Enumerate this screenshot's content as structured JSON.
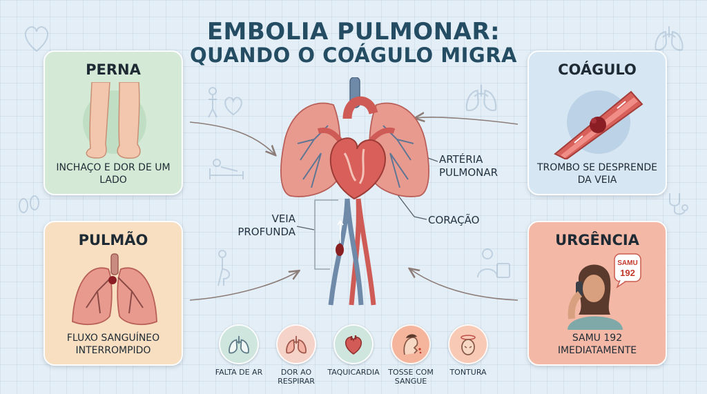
{
  "title": {
    "line1": "EMBOLIA PULMONAR:",
    "line2": "QUANDO O COÁGULO MIGRA"
  },
  "cards": {
    "perna": {
      "title": "PERNA",
      "text": "INCHAÇO E DOR DE UM LADO"
    },
    "coagulo": {
      "title": "COÁGULO",
      "text": "TROMBO SE DESPRENDE DA VEIA"
    },
    "pulmao": {
      "title": "PULMÃO",
      "text": "FLUXO SANGUÍNEO INTERROMPIDO"
    },
    "urgencia": {
      "title": "URGÊNCIA",
      "text": "SAMU 192 IMEDIATAMENTE",
      "bubble": [
        "SAMU",
        "192"
      ]
    }
  },
  "labels": {
    "arteria": "ARTÉRIA PULMONAR",
    "coracao": "CORAÇÃO",
    "veia": "VEIA PROFUNDA"
  },
  "symptoms": [
    {
      "label": "FALTA DE AR",
      "icon": "lungs-icon",
      "color": "#cfe6df"
    },
    {
      "label": "DOR AO RESPIRAR",
      "icon": "lungs-icon",
      "color": "#f6d3c8"
    },
    {
      "label": "TAQUICARDIA",
      "icon": "heart-icon",
      "color": "#cfe6df"
    },
    {
      "label": "TOSSE COM SANGUE",
      "icon": "cough-icon",
      "color": "#f5b49c"
    },
    {
      "label": "TONTURA",
      "icon": "dizziness-icon",
      "color": "#f8c9b4"
    }
  ],
  "colors": {
    "title": "#244d63",
    "perna_card": "#d5ead6",
    "coagulo_card": "#d7e6f3",
    "pulmao_card": "#f8dfc2",
    "urgencia_card": "#f4b8a6",
    "artery": "#cf5b57",
    "vein": "#6f8aa8",
    "lung": "#e99a8f"
  }
}
